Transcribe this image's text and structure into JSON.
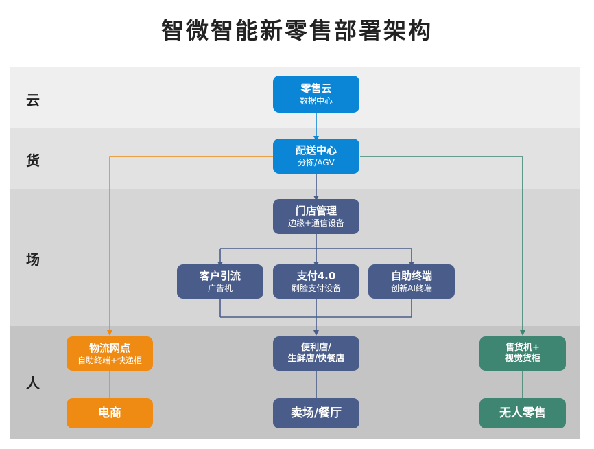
{
  "title": "智微智能新零售部署架构",
  "bands": {
    "cloud": "云",
    "goods": "货",
    "field": "场",
    "people": "人"
  },
  "nodes": {
    "cloud": {
      "name": "零售云",
      "sub": "数据中心"
    },
    "distribution": {
      "name": "配送中心",
      "sub": "分拣/AGV"
    },
    "store_mgmt": {
      "name": "门店管理",
      "sub": "边缘+通信设备"
    },
    "traffic": {
      "name": "客户引流",
      "sub": "广告机"
    },
    "payment": {
      "name": "支付4.0",
      "sub": "刷脸支付设备"
    },
    "self_terminal": {
      "name": "自助终端",
      "sub": "创新AI终端"
    },
    "logistics": {
      "name": "物流网点",
      "sub": "自助终端+快递柜"
    },
    "convenience": {
      "line1": "便利店/",
      "line2": "生鲜店/快餐店"
    },
    "vending": {
      "line1": "售货机+",
      "line2": "视觉货柜"
    },
    "ecommerce": "电商",
    "mall": "卖场/餐厅",
    "unmanned": "无人零售"
  },
  "colors": {
    "cloud_band": "#efefef",
    "goods_band": "#e2e2e2",
    "field_band": "#d6d6d6",
    "people_band": "#c4c4c4",
    "blue": "#0b86d6",
    "navy": "#4a5d8a",
    "orange": "#ef8a12",
    "green": "#3e8672"
  }
}
